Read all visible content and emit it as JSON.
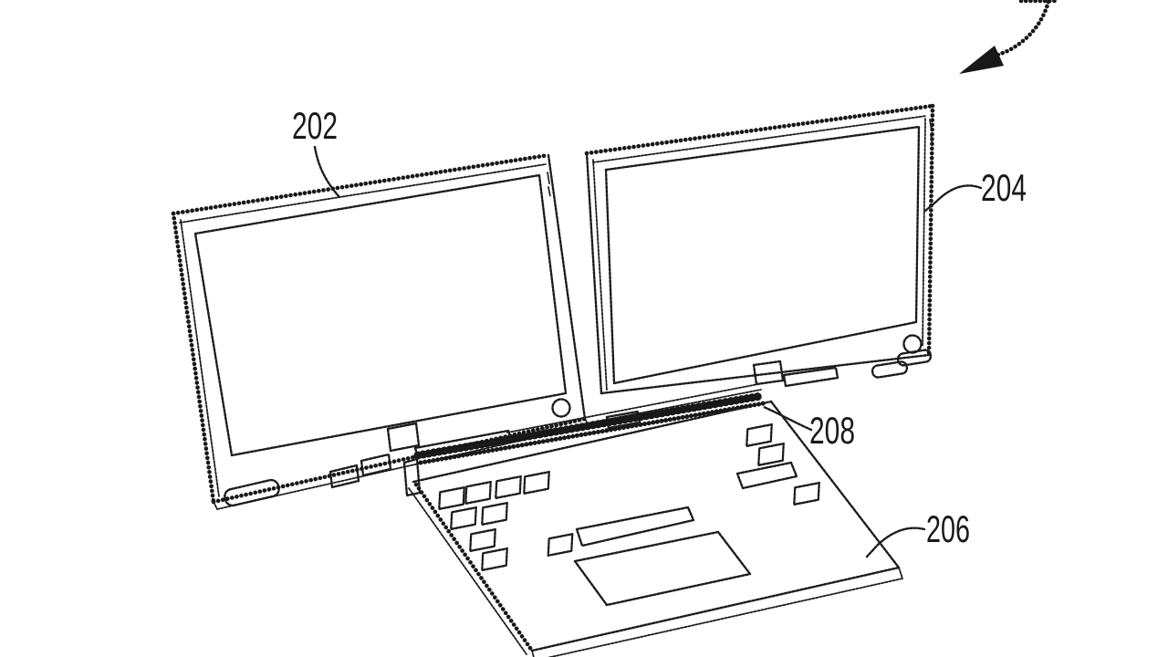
{
  "figure": {
    "background": "#ffffff",
    "ink": "#1c1c1c",
    "labels": [
      {
        "text": "202",
        "part": "left-display-panel"
      },
      {
        "text": "204",
        "part": "right-display-panel"
      },
      {
        "text": "206",
        "part": "keyboard-base"
      },
      {
        "text": "208",
        "part": "hinge"
      }
    ]
  }
}
